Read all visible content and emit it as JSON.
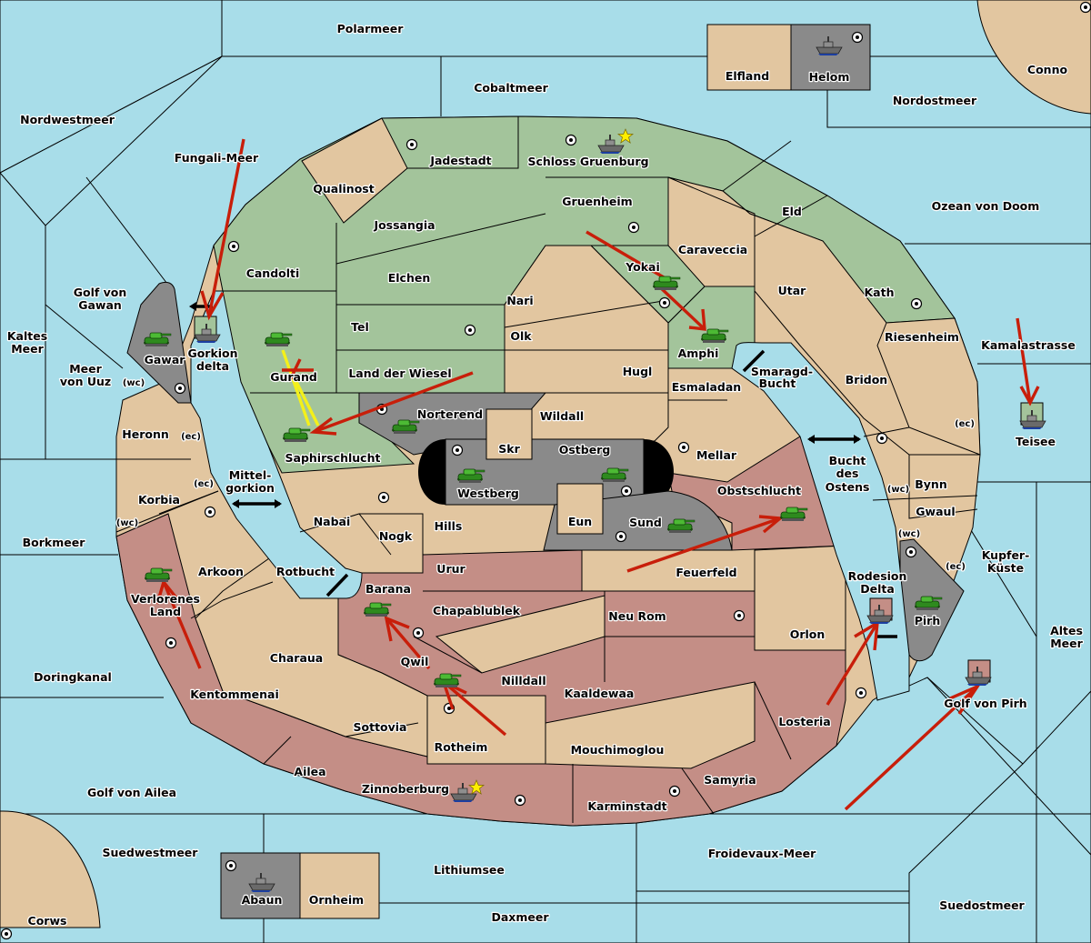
{
  "colors": {
    "sea": "#a8dde9",
    "neutral": "#e2c6a0",
    "green_power": "#a3c49b",
    "red_power": "#c48e86",
    "grey_power": "#8a8a8a",
    "impassable": "#000000",
    "order_move": "#c81e0a",
    "order_support": "#f4f01a",
    "build_star": "#ffee00"
  },
  "sea_labels": [
    {
      "id": "polarmeer",
      "label": "Polarmeer"
    },
    {
      "id": "cobaltmeer",
      "label": "Cobaltmeer"
    },
    {
      "id": "nordwestmeer",
      "label": "Nordwestmeer"
    },
    {
      "id": "fungali-meer",
      "label": "Fungali-Meer"
    },
    {
      "id": "nordostmeer",
      "label": "Nordostmeer"
    },
    {
      "id": "ozean-von-doom",
      "label": "Ozean von Doom"
    },
    {
      "id": "golf-von-gawan-1",
      "label": "Golf von"
    },
    {
      "id": "golf-von-gawan-2",
      "label": "Gawan"
    },
    {
      "id": "kaltes-meer-1",
      "label": "Kaltes"
    },
    {
      "id": "kaltes-meer-2",
      "label": "Meer"
    },
    {
      "id": "meer-von-uuz-1",
      "label": "Meer"
    },
    {
      "id": "meer-von-uuz-2",
      "label": "von Uuz"
    },
    {
      "id": "gorkion-delta-1",
      "label": "Gorkion"
    },
    {
      "id": "gorkion-delta-2",
      "label": "delta"
    },
    {
      "id": "mittelgorkion-1",
      "label": "Mittel-"
    },
    {
      "id": "mittelgorkion-2",
      "label": "gorkion"
    },
    {
      "id": "borkmeer",
      "label": "Borkmeer"
    },
    {
      "id": "rotbucht",
      "label": "Rotbucht"
    },
    {
      "id": "doringkanal",
      "label": "Doringkanal"
    },
    {
      "id": "golf-von-ailea",
      "label": "Golf von Ailea"
    },
    {
      "id": "suedwestmeer",
      "label": "Suedwestmeer"
    },
    {
      "id": "lithiumsee",
      "label": "Lithiumsee"
    },
    {
      "id": "daxmeer",
      "label": "Daxmeer"
    },
    {
      "id": "froidevaux-meer",
      "label": "Froidevaux-Meer"
    },
    {
      "id": "suedostmeer",
      "label": "Suedostmeer"
    },
    {
      "id": "golf-von-pirh",
      "label": "Golf von Pirh"
    },
    {
      "id": "altes-meer-1",
      "label": "Altes"
    },
    {
      "id": "altes-meer-2",
      "label": "Meer"
    },
    {
      "id": "kupfer-kueste-1",
      "label": "Kupfer-"
    },
    {
      "id": "kupfer-kueste-2",
      "label": "Küste"
    },
    {
      "id": "kamalastrasse",
      "label": "Kamalastrasse"
    },
    {
      "id": "rodesion-delta-1",
      "label": "Rodesion"
    },
    {
      "id": "rodesion-delta-2",
      "label": "Delta"
    },
    {
      "id": "bucht-des-ostens-1",
      "label": "Bucht"
    },
    {
      "id": "bucht-des-ostens-2",
      "label": "des"
    },
    {
      "id": "bucht-des-ostens-3",
      "label": "Ostens"
    },
    {
      "id": "smaragd-bucht-1",
      "label": "Smaragd-"
    },
    {
      "id": "smaragd-bucht-2",
      "label": "Bucht"
    }
  ],
  "land_labels": [
    {
      "id": "jadestadt",
      "label": "Jadestadt"
    },
    {
      "id": "schloss-gruenburg",
      "label": "Schloss Gruenburg"
    },
    {
      "id": "qualinost",
      "label": "Qualinost"
    },
    {
      "id": "jossangia",
      "label": "Jossangia"
    },
    {
      "id": "gruenheim",
      "label": "Gruenheim"
    },
    {
      "id": "eld",
      "label": "Eld"
    },
    {
      "id": "candolti",
      "label": "Candolti"
    },
    {
      "id": "elchen",
      "label": "Elchen"
    },
    {
      "id": "caraveccia",
      "label": "Caraveccia"
    },
    {
      "id": "yokai",
      "label": "Yokai"
    },
    {
      "id": "utar",
      "label": "Utar"
    },
    {
      "id": "kath",
      "label": "Kath"
    },
    {
      "id": "nari",
      "label": "Nari"
    },
    {
      "id": "tel",
      "label": "Tel"
    },
    {
      "id": "olk",
      "label": "Olk"
    },
    {
      "id": "amphi",
      "label": "Amphi"
    },
    {
      "id": "riesenheim",
      "label": "Riesenheim"
    },
    {
      "id": "gurand",
      "label": "Gurand"
    },
    {
      "id": "land-der-wiesel",
      "label": "Land der Wiesel"
    },
    {
      "id": "hugl",
      "label": "Hugl"
    },
    {
      "id": "gawar",
      "label": "Gawar"
    },
    {
      "id": "bridon",
      "label": "Bridon"
    },
    {
      "id": "esmaladan",
      "label": "Esmaladan"
    },
    {
      "id": "norterend",
      "label": "Norterend"
    },
    {
      "id": "wildall",
      "label": "Wildall"
    },
    {
      "id": "heronn",
      "label": "Heronn"
    },
    {
      "id": "teisee",
      "label": "Teisee"
    },
    {
      "id": "skr",
      "label": "Skr"
    },
    {
      "id": "ostberg",
      "label": "Ostberg"
    },
    {
      "id": "mellar",
      "label": "Mellar"
    },
    {
      "id": "saphirschlucht",
      "label": "Saphirschlucht"
    },
    {
      "id": "bynn",
      "label": "Bynn"
    },
    {
      "id": "westberg",
      "label": "Westberg"
    },
    {
      "id": "obstschlucht",
      "label": "Obstschlucht"
    },
    {
      "id": "korbia",
      "label": "Korbia"
    },
    {
      "id": "nabai",
      "label": "Nabai"
    },
    {
      "id": "gwaul",
      "label": "Gwaul"
    },
    {
      "id": "eun",
      "label": "Eun"
    },
    {
      "id": "sund",
      "label": "Sund"
    },
    {
      "id": "hills",
      "label": "Hills"
    },
    {
      "id": "nogk",
      "label": "Nogk"
    },
    {
      "id": "urur",
      "label": "Urur"
    },
    {
      "id": "feuerfeld",
      "label": "Feuerfeld"
    },
    {
      "id": "arkoon",
      "label": "Arkoon"
    },
    {
      "id": "barana",
      "label": "Barana"
    },
    {
      "id": "verlorenes-land-1",
      "label": "Verlorenes"
    },
    {
      "id": "verlorenes-land-2",
      "label": "Land"
    },
    {
      "id": "chapablublek",
      "label": "Chapablublek"
    },
    {
      "id": "neu-rom",
      "label": "Neu Rom"
    },
    {
      "id": "pirh",
      "label": "Pirh"
    },
    {
      "id": "orlon",
      "label": "Orlon"
    },
    {
      "id": "charaua",
      "label": "Charaua"
    },
    {
      "id": "qwil",
      "label": "Qwil"
    },
    {
      "id": "nilldall",
      "label": "Nilldall"
    },
    {
      "id": "kentommenai",
      "label": "Kentommenai"
    },
    {
      "id": "kaaldewaa",
      "label": "Kaaldewaa"
    },
    {
      "id": "losteria",
      "label": "Losteria"
    },
    {
      "id": "sottovia",
      "label": "Sottovia"
    },
    {
      "id": "rotheim",
      "label": "Rotheim"
    },
    {
      "id": "mouchimoglou",
      "label": "Mouchimoglou"
    },
    {
      "id": "ailea",
      "label": "Ailea"
    },
    {
      "id": "samyria",
      "label": "Samyria"
    },
    {
      "id": "zinnoberburg",
      "label": "Zinnoberburg"
    },
    {
      "id": "karminstadt",
      "label": "Karminstadt"
    },
    {
      "id": "elfland",
      "label": "Elfland"
    },
    {
      "id": "helom",
      "label": "Helom"
    },
    {
      "id": "conno",
      "label": "Conno"
    },
    {
      "id": "abaun",
      "label": "Abaun"
    },
    {
      "id": "ornheim",
      "label": "Ornheim"
    },
    {
      "id": "corws",
      "label": "Corws"
    }
  ],
  "coast_labels": {
    "wc": "(wc)",
    "ec": "(ec)"
  },
  "units": {
    "fleets": [
      "Helom",
      "Schloss Gruenburg",
      "Gorkion delta",
      "Teisee",
      "Rodesion Delta",
      "Golf von Pirh",
      "Zinnoberburg",
      "Abaun"
    ],
    "armies": [
      "Yokai",
      "Amphi",
      "Gawar",
      "Gurand",
      "Saphirschlucht",
      "Norterend",
      "Westberg",
      "Ostberg",
      "Sund",
      "Obstschlucht",
      "Verlorenes Land",
      "Barana",
      "Qwil",
      "Pirh"
    ]
  },
  "builds": [
    "Schloss Gruenburg",
    "Zinnoberburg"
  ]
}
